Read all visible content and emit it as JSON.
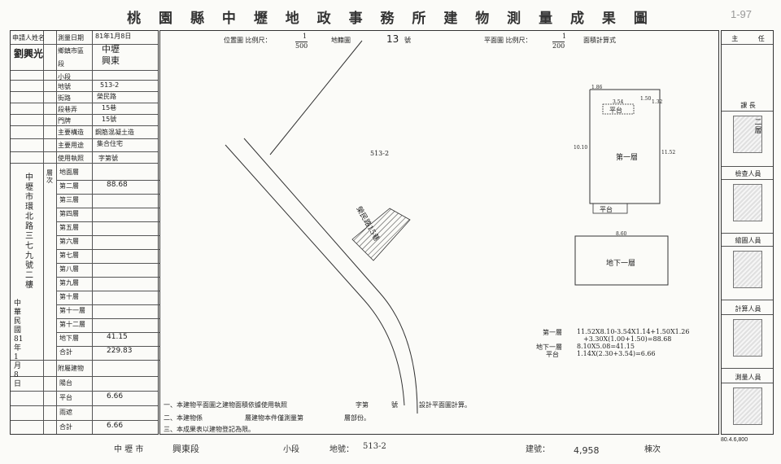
{
  "header": {
    "title": "桃 園 縣 中 壢 地 政 事 務 所 建 物 測 量 成 果 圖",
    "corner_number": "1-97"
  },
  "left_table": {
    "applicant_label": "申請人姓名",
    "applicant_name": "劉興光",
    "survey_date_label": "測量日期",
    "survey_date_value": "81年1月8日",
    "township_label": "鄉鎮市區",
    "township_value": "中壢",
    "section_label": "段",
    "section_value": "興東",
    "subsection_label": "小段",
    "lot_label": "地號",
    "lot_value": "513-2",
    "road_label": "街路",
    "road_value": "榮民路",
    "lane_label": "段巷弄",
    "lane_value": "15巷",
    "door_label": "門牌",
    "door_value": "15號",
    "structure_label": "主要構造",
    "structure_value": "鋼筋混凝土造",
    "use_label": "主要用途",
    "use_value": "集合住宅",
    "permit_label": "使用執照",
    "permit_value": "字第號",
    "floors_header": "層次",
    "floors": [
      "地面層",
      "第二層",
      "第三層",
      "第四層",
      "第五層",
      "第六層",
      "第七層",
      "第八層",
      "第九層",
      "第十層",
      "第十一層",
      "第十二層",
      "地下層",
      "合計"
    ],
    "floor_areas": [
      "",
      "88.68",
      "",
      "",
      "",
      "",
      "",
      "",
      "",
      "",
      "",
      "",
      "41.15",
      "229.83"
    ],
    "attached_header": "附屬建物",
    "attached_rows": [
      "陽台",
      "平台",
      "雨遮",
      "合計"
    ],
    "attached_values": [
      "",
      "6.66",
      "",
      "6.66"
    ],
    "owner_vertical": "中壢市環北路三七九號二樓",
    "date_vertical": "中華民國81年1月8日"
  },
  "main": {
    "scale_site_label": "位置圖 比例尺：",
    "scale_site_num": "1",
    "scale_site_den": "500",
    "map_sheet_label": "地籍圖",
    "map_sheet_no": "13",
    "sheet_suffix": "號",
    "scale_plan_label": "平面圖 比例尺：",
    "scale_plan_num": "1",
    "scale_plan_den": "200",
    "plan_suffix": "面積計算式",
    "road_name": "榮民路15巷",
    "lot_on_map": "513-2",
    "floor1_label": "第一層",
    "platform_label": "平台",
    "platform2_label": "平台",
    "basement_label": "地下一層",
    "dims_top": [
      "1.86",
      "3.54",
      "1.50",
      "1.32"
    ],
    "dims_side": [
      "11.52",
      "10.10"
    ],
    "dim_basement": "8.60",
    "calc_label_1": "第一層",
    "calc_line_1": "11.52X8.10-3.54X1.14+1.50X1.26",
    "calc_line_1b": "+3.30X(1.00+1.50)=88.68",
    "calc_label_2": "地下一層",
    "calc_line_2": "8.10X5.08=41.15",
    "calc_label_3": "平台",
    "calc_line_3": "1.14X(2.30+3.54)=6.66",
    "remark_1": "一、本建物平面圖之建物面積依據使用執照",
    "remark_1b": "字第",
    "remark_1c": "號",
    "remark_1d": "設計平面圖計算。",
    "remark_2": "二、本建物係",
    "remark_2b": "層建物本件僅測量第",
    "remark_2c": "層部份。",
    "remark_3": "三、本成果表以建物登記為限。"
  },
  "right_col": {
    "head_left": "主",
    "head_right": "任",
    "section_chief": "課 長",
    "floor2_note": "二層",
    "inspector": "檢查人員",
    "draftsman": "繪圖人員",
    "calculator": "計算人員",
    "surveyor": "測量人員",
    "code": "80.4.6,800"
  },
  "footer": {
    "city": "中 壢 市",
    "section": "興東段",
    "subsection": "小段",
    "lot_label": "地號：",
    "lot_value": "513-2",
    "building_no_label": "建號：",
    "building_no_value": "4,958",
    "page_label": "棟次"
  }
}
